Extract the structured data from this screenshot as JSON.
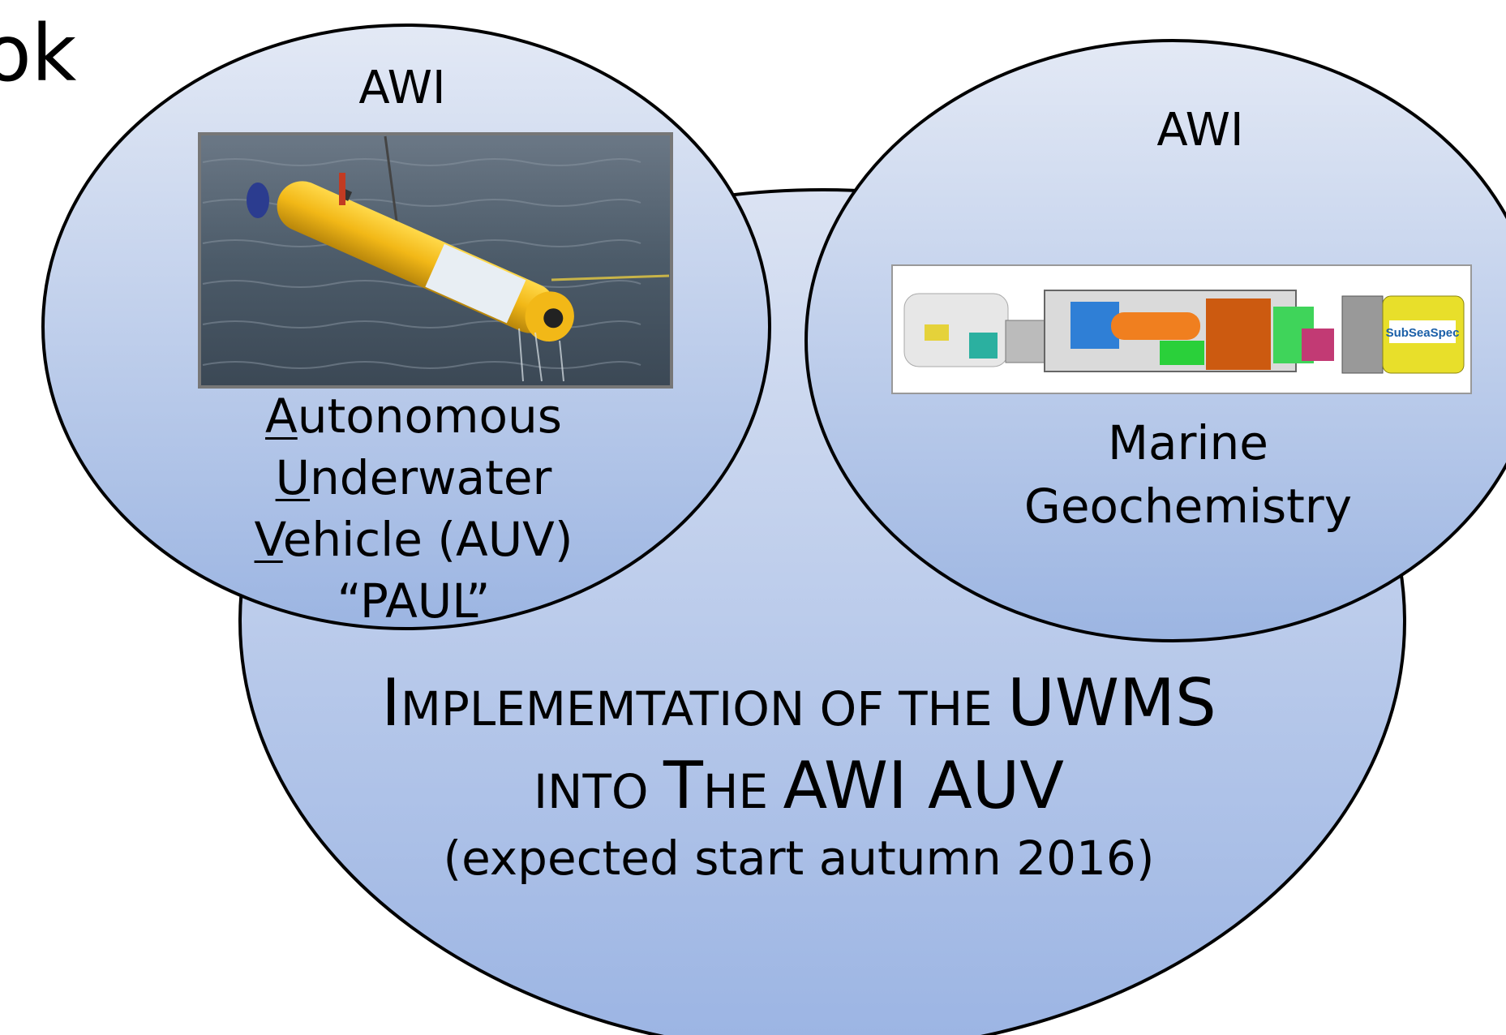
{
  "title_fragment": "ok",
  "left_circle": {
    "heading": "AWI",
    "name_lines": [
      {
        "initial": "A",
        "rest": "utonomous"
      },
      {
        "initial": "U",
        "rest": "nderwater"
      },
      {
        "initial": "V",
        "rest": "ehicle (AUV)"
      }
    ],
    "nickname": "“PAUL”",
    "photo_icon": "auv-photo"
  },
  "right_circle": {
    "heading": "AWI",
    "label_line1": "Marine",
    "label_line2": "Geochemistry",
    "device_icon": "uwms-sensor-drawing",
    "device_brand": "SubSeaSpec"
  },
  "bottom_circle": {
    "line1_a": "I",
    "line1_b": "MPLEMEMTATION OF THE ",
    "line1_c": "UWMS",
    "line2_a": "INTO ",
    "line2_b": "T",
    "line2_c": "HE ",
    "line2_d": "AWI AUV",
    "subtitle": "(expected start autumn 2016)"
  },
  "colors": {
    "circle_top": "#dfe6f4",
    "circle_bottom": "#9db6e3",
    "outline": "#000000",
    "auv_yellow": "#f2b817",
    "sea": "#4a5866"
  }
}
